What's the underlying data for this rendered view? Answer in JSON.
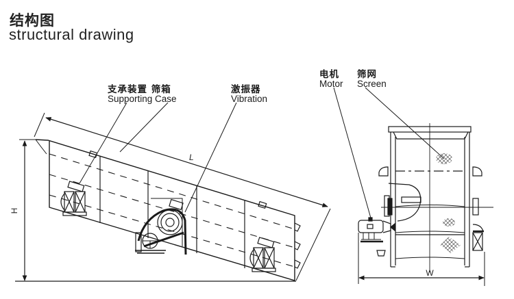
{
  "header": {
    "title_cn": "结构图",
    "title_en": "structural drawing"
  },
  "callouts": {
    "support_case": {
      "cn": "支承装置  筛箱",
      "en": "Supporting Case"
    },
    "vibration": {
      "cn": "激振器",
      "en": "Vibration"
    },
    "motor": {
      "cn": "电机",
      "en": "Motor"
    },
    "screen": {
      "cn": "筛网",
      "en": "Screen"
    }
  },
  "dimensions": {
    "length": "L",
    "height": "H",
    "width": "W"
  },
  "views": [
    "side-view",
    "end-view"
  ],
  "colors": {
    "line": "#1a1a1a",
    "background": "#ffffff"
  }
}
